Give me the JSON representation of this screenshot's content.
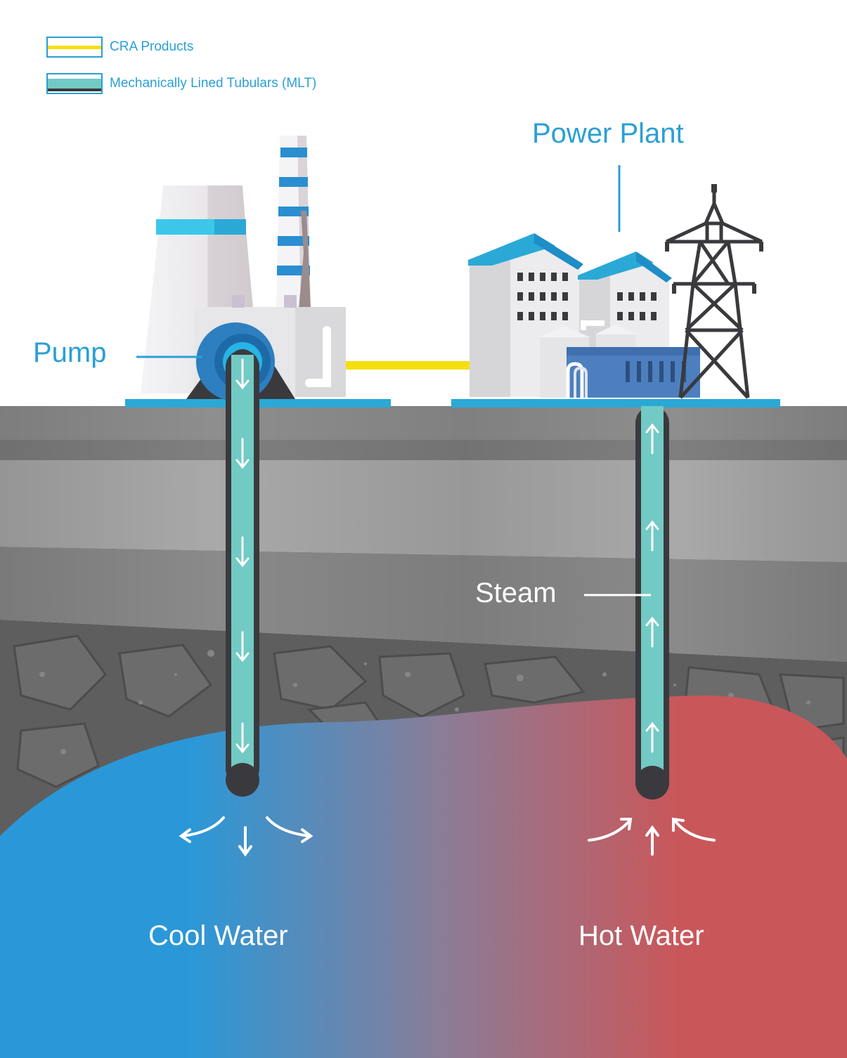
{
  "legend": {
    "cra_label": "CRA Products",
    "mlt_label": "Mechanically Lined Tubulars (MLT)"
  },
  "labels": {
    "power_plant": "Power Plant",
    "pump": "Pump",
    "steam": "Steam",
    "cool_water": "Cool Water",
    "hot_water": "Hot Water"
  },
  "colors": {
    "accent_blue": "#2a9fd6",
    "pipe_teal": "#72cac4",
    "cra_yellow": "#f7df0e",
    "cool": "#2a98d8",
    "hot": "#c9575a",
    "ground_gray": "#8e8e8e",
    "rock_dark": "#5e5e5e"
  },
  "flow": {
    "injection_well": "down",
    "production_well": "up"
  }
}
